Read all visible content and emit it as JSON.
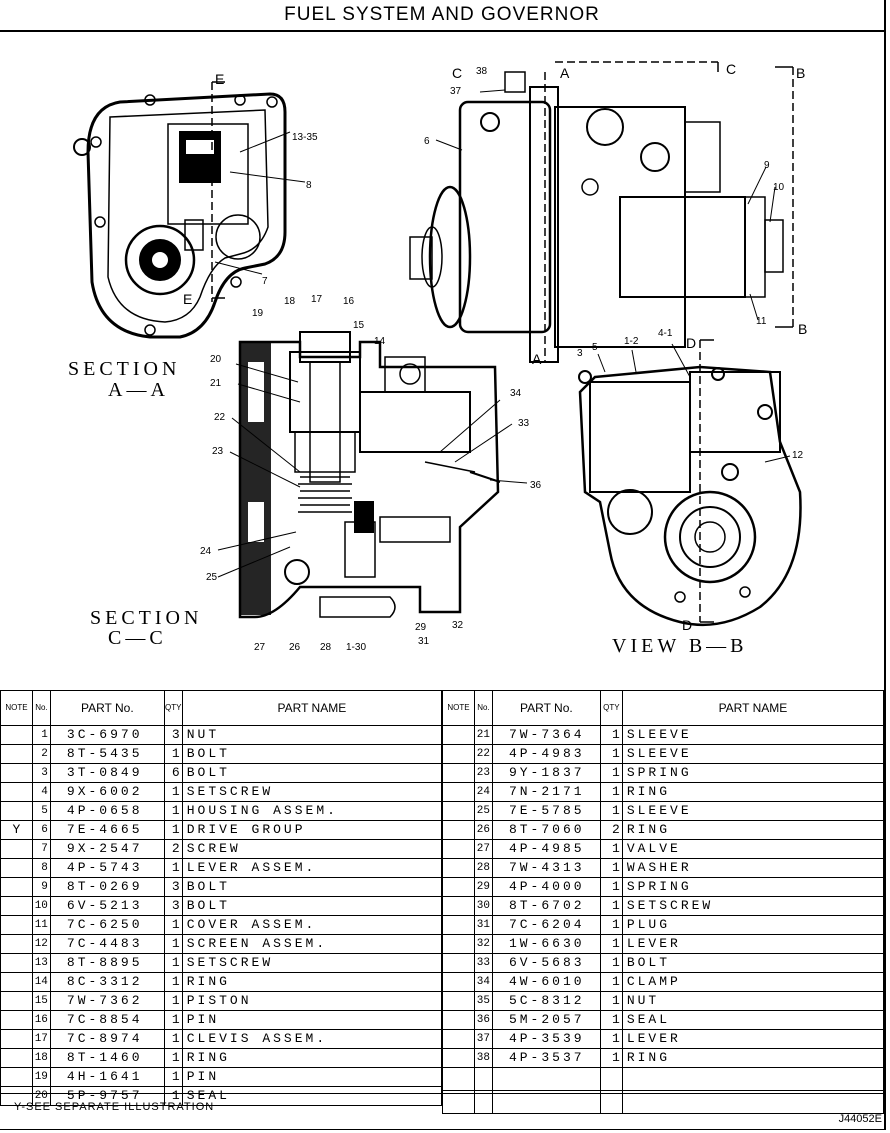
{
  "title": "FUEL SYSTEM AND GOVERNOR",
  "sections": {
    "aa": [
      "SECTION",
      "A—A"
    ],
    "cc": [
      "SECTION",
      "C—C"
    ],
    "bb": "VIEW B—B"
  },
  "callouts": {
    "a": [
      "13-35",
      "8",
      "7",
      "E",
      "E"
    ],
    "c": [
      "C",
      "38",
      "A",
      "C",
      "B",
      "37",
      "6",
      "9",
      "10",
      "11",
      "B",
      "A",
      "3"
    ],
    "b": [
      "5",
      "1-2",
      "4-1",
      "D",
      "12",
      "D"
    ],
    "d": [
      "19",
      "18",
      "17",
      "16",
      "15",
      "14",
      "20",
      "21",
      "22",
      "23",
      "34",
      "33",
      "36",
      "24",
      "25",
      "27",
      "26",
      "28",
      "1-30",
      "29",
      "31",
      "32"
    ]
  },
  "table": {
    "headers": {
      "note": "NOTE",
      "no": "No.",
      "part_no": "PART No.",
      "qty": "QTY",
      "part_name": "PART NAME"
    },
    "left": [
      {
        "note": "",
        "no": "1",
        "part_no": "3C-6970",
        "qty": "3",
        "name": "NUT"
      },
      {
        "note": "",
        "no": "2",
        "part_no": "8T-5435",
        "qty": "1",
        "name": "BOLT"
      },
      {
        "note": "",
        "no": "3",
        "part_no": "3T-0849",
        "qty": "6",
        "name": "BOLT"
      },
      {
        "note": "",
        "no": "4",
        "part_no": "9X-6002",
        "qty": "1",
        "name": "SETSCREW"
      },
      {
        "note": "",
        "no": "5",
        "part_no": "4P-0658",
        "qty": "1",
        "name": "HOUSING ASSEM."
      },
      {
        "note": "Y",
        "no": "6",
        "part_no": "7E-4665",
        "qty": "1",
        "name": "DRIVE GROUP"
      },
      {
        "note": "",
        "no": "7",
        "part_no": "9X-2547",
        "qty": "2",
        "name": "SCREW"
      },
      {
        "note": "",
        "no": "8",
        "part_no": "4P-5743",
        "qty": "1",
        "name": "LEVER ASSEM."
      },
      {
        "note": "",
        "no": "9",
        "part_no": "8T-0269",
        "qty": "3",
        "name": "BOLT"
      },
      {
        "note": "",
        "no": "10",
        "part_no": "6V-5213",
        "qty": "3",
        "name": "BOLT"
      },
      {
        "note": "",
        "no": "11",
        "part_no": "7C-6250",
        "qty": "1",
        "name": "COVER ASSEM."
      },
      {
        "note": "",
        "no": "12",
        "part_no": "7C-4483",
        "qty": "1",
        "name": "SCREEN ASSEM."
      },
      {
        "note": "",
        "no": "13",
        "part_no": "8T-8895",
        "qty": "1",
        "name": "SETSCREW"
      },
      {
        "note": "",
        "no": "14",
        "part_no": "8C-3312",
        "qty": "1",
        "name": "RING"
      },
      {
        "note": "",
        "no": "15",
        "part_no": "7W-7362",
        "qty": "1",
        "name": "PISTON"
      },
      {
        "note": "",
        "no": "16",
        "part_no": "7C-8854",
        "qty": "1",
        "name": "PIN"
      },
      {
        "note": "",
        "no": "17",
        "part_no": "7C-8974",
        "qty": "1",
        "name": "CLEVIS ASSEM."
      },
      {
        "note": "",
        "no": "18",
        "part_no": "8T-1460",
        "qty": "1",
        "name": "RING"
      },
      {
        "note": "",
        "no": "19",
        "part_no": "4H-1641",
        "qty": "1",
        "name": "PIN"
      },
      {
        "note": "",
        "no": "20",
        "part_no": "5P-9757",
        "qty": "1",
        "name": "SEAL"
      }
    ],
    "right": [
      {
        "note": "",
        "no": "21",
        "part_no": "7W-7364",
        "qty": "1",
        "name": "SLEEVE"
      },
      {
        "note": "",
        "no": "22",
        "part_no": "4P-4983",
        "qty": "1",
        "name": "SLEEVE"
      },
      {
        "note": "",
        "no": "23",
        "part_no": "9Y-1837",
        "qty": "1",
        "name": "SPRING"
      },
      {
        "note": "",
        "no": "24",
        "part_no": "7N-2171",
        "qty": "1",
        "name": "RING"
      },
      {
        "note": "",
        "no": "25",
        "part_no": "7E-5785",
        "qty": "1",
        "name": "SLEEVE"
      },
      {
        "note": "",
        "no": "26",
        "part_no": "8T-7060",
        "qty": "2",
        "name": "RING"
      },
      {
        "note": "",
        "no": "27",
        "part_no": "4P-4985",
        "qty": "1",
        "name": "VALVE"
      },
      {
        "note": "",
        "no": "28",
        "part_no": "7W-4313",
        "qty": "1",
        "name": "WASHER"
      },
      {
        "note": "",
        "no": "29",
        "part_no": "4P-4000",
        "qty": "1",
        "name": "SPRING"
      },
      {
        "note": "",
        "no": "30",
        "part_no": "8T-6702",
        "qty": "1",
        "name": "SETSCREW"
      },
      {
        "note": "",
        "no": "31",
        "part_no": "7C-6204",
        "qty": "1",
        "name": "PLUG"
      },
      {
        "note": "",
        "no": "32",
        "part_no": "1W-6630",
        "qty": "1",
        "name": "LEVER"
      },
      {
        "note": "",
        "no": "33",
        "part_no": "6V-5683",
        "qty": "1",
        "name": "BOLT"
      },
      {
        "note": "",
        "no": "34",
        "part_no": "4W-6010",
        "qty": "1",
        "name": "CLAMP"
      },
      {
        "note": "",
        "no": "35",
        "part_no": "5C-8312",
        "qty": "1",
        "name": "NUT"
      },
      {
        "note": "",
        "no": "36",
        "part_no": "5M-2057",
        "qty": "1",
        "name": "SEAL"
      },
      {
        "note": "",
        "no": "37",
        "part_no": "4P-3539",
        "qty": "1",
        "name": "LEVER"
      },
      {
        "note": "",
        "no": "38",
        "part_no": "4P-3537",
        "qty": "1",
        "name": "RING"
      }
    ]
  },
  "footer": {
    "note": "Y-SEE SEPARATE ILLUSTRATION",
    "code": "J44052E"
  }
}
